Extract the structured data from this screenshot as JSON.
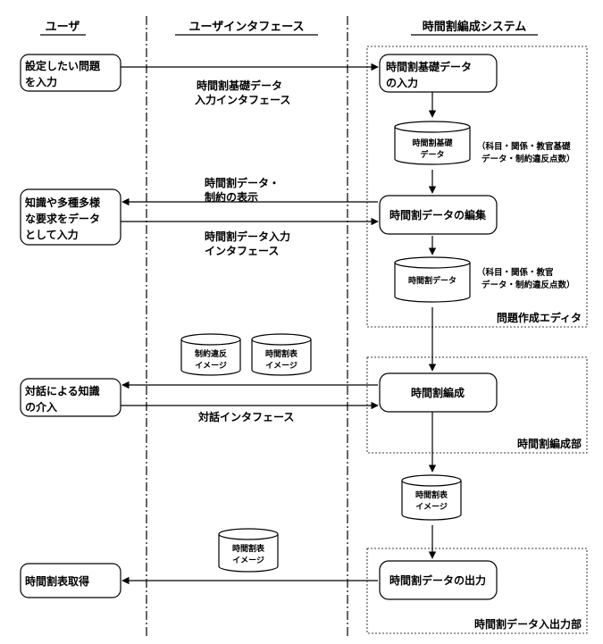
{
  "lanes": {
    "user": "ユーザ",
    "interface": "ユーザインタフェース",
    "system": "時間割編成システム"
  },
  "user_boxes": {
    "input_problem": [
      "設定したい問題",
      "を入力"
    ],
    "knowledge_input": [
      "知識や多種多様",
      "な要求をデータ",
      "として入力"
    ],
    "dialog_intervention": [
      "対話による知識",
      "の介入"
    ],
    "get_timetable": "時間割表取得"
  },
  "system_boxes": {
    "basic_data_input": [
      "時間割基礎データ",
      "の入力"
    ],
    "edit_data": "時間割データの編集",
    "compose": "時間割編成",
    "output_data": "時間割データの出力"
  },
  "datastores": {
    "basic_data": [
      "時間割基礎",
      "データ"
    ],
    "timetable_data": "時間割データ",
    "constraint_image": [
      "制約違反",
      "イメージ"
    ],
    "timetable_image_ui": [
      "時間割表",
      "イメージ"
    ],
    "timetable_image_sys": [
      "時間割表",
      "イメージ"
    ],
    "timetable_image_out": [
      "時間割表",
      "イメージ"
    ]
  },
  "notes": {
    "basic_data_note": [
      "（科目・関係・教官基礎",
      "データ・制約違反点数）"
    ],
    "timetable_data_note": [
      "（科目・関係・教官",
      "データ・制約違反点数）"
    ]
  },
  "interfaces": {
    "basic_data_if": [
      "時間割基礎データ",
      "入力インタフェース"
    ],
    "display": [
      "時間割データ・",
      "制約の表示"
    ],
    "data_input_if": [
      "時間割データ入力",
      "インタフェース"
    ],
    "dialog_if": "対話インタフェース"
  },
  "groups": {
    "editor": "問題作成エディタ",
    "composer": "時間割編成部",
    "io": "時間割データ入出力部"
  }
}
